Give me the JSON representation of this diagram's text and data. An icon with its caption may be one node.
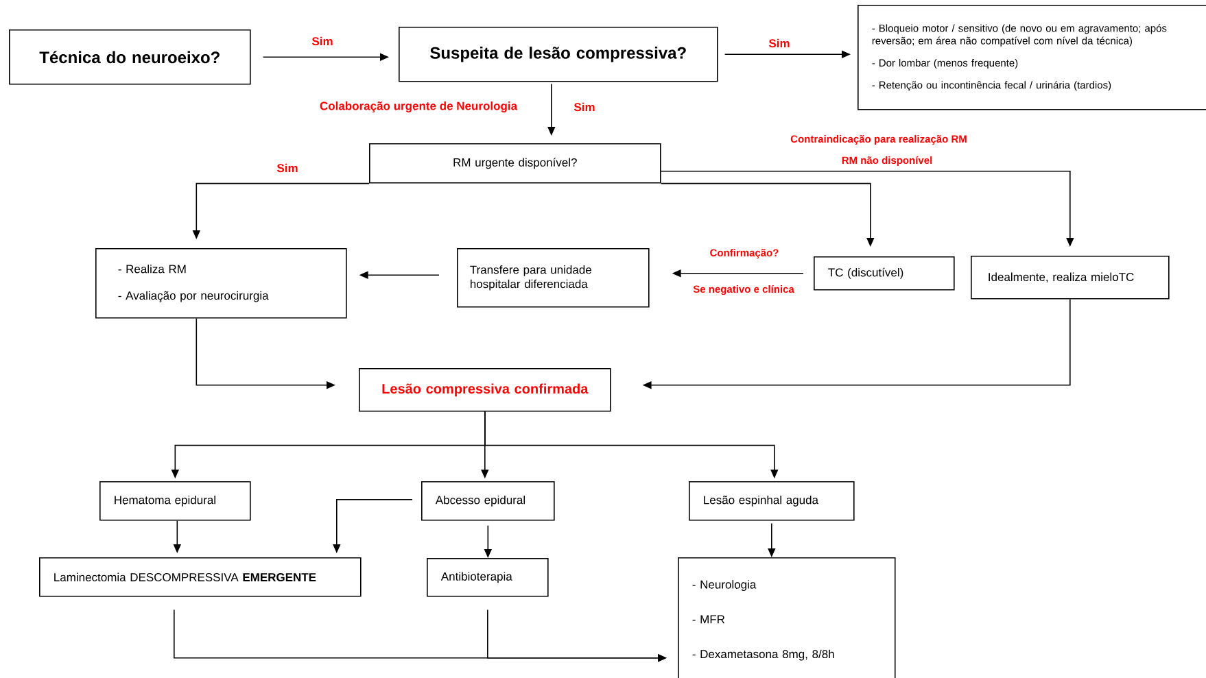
{
  "diagram": {
    "nodes": [
      {
        "text": [
          "Técnica do neuroeixo?"
        ]
      },
      {
        "text": [
          "Suspeita de lesão compressiva?"
        ]
      },
      {
        "text": [
          "- Bloqueio motor / sensitivo (de novo ou em agravamento; após reversão; em área não compatível com nível da técnica)",
          "- Dor lombar (menos frequente)",
          "- Retenção ou incontinência fecal / urinária (tardios)"
        ]
      },
      {
        "text": [
          "RM urgente disponível?"
        ]
      },
      {
        "text": [
          "- Realiza RM",
          "- Avaliação por neurocirurgia"
        ]
      },
      {
        "text": [
          "Transfere para unidade hospitalar diferenciada"
        ]
      },
      {
        "text": [
          "TC (discutível)"
        ]
      },
      {
        "text": [
          "Idealmente, realiza mieloTC"
        ]
      },
      {
        "text": [
          "Lesão compressiva confirmada"
        ]
      },
      {
        "text": [
          "Hematoma epidural"
        ]
      },
      {
        "text": [
          "Abcesso epidural"
        ]
      },
      {
        "text": [
          "Lesão espinhal aguda"
        ]
      },
      {
        "text": [
          "Laminectomia  DESCOMPRESSIVA **EMERGENTE**"
        ]
      },
      {
        "text": [
          "Antibioterapia"
        ]
      },
      {
        "text": [
          "- Neurologia",
          "- MFR",
          "- Dexametasona 8mg, 8/8h"
        ]
      }
    ],
    "edges": [
      {
        "from": 0,
        "to": 1,
        "arrow": "to",
        "label": "Sim"
      },
      {
        "from": 1,
        "to": 2,
        "arrow": "to",
        "label": "Sim"
      },
      {
        "from": 1,
        "to": 3,
        "arrow": "to",
        "label": "Sim"
      },
      {
        "from": 3,
        "to": 4,
        "arrow": "to",
        "label": "Sim"
      },
      {
        "from": 3,
        "to": 6,
        "arrow": "to"
      },
      {
        "from": 3,
        "to": 7,
        "arrow": "to",
        "label": "RM não disponível"
      },
      {
        "from": 6,
        "to": 5,
        "arrow": "to",
        "label": "Confirmação?"
      },
      {
        "from": 5,
        "to": 4,
        "arrow": "to"
      },
      {
        "from": 4,
        "to": 8,
        "arrow": "to"
      },
      {
        "from": 7,
        "to": 8,
        "arrow": "to"
      },
      {
        "from": 8,
        "to": 9,
        "arrow": "to"
      },
      {
        "from": 8,
        "to": 10,
        "arrow": "to"
      },
      {
        "from": 8,
        "to": 11,
        "arrow": "to"
      },
      {
        "from": 9,
        "to": 12,
        "arrow": "to"
      },
      {
        "from": 10,
        "to": 12,
        "arrow": "to"
      },
      {
        "from": 10,
        "to": 13,
        "arrow": "to"
      },
      {
        "from": 11,
        "to": 14,
        "arrow": "to"
      },
      {
        "from": 12,
        "to": 14,
        "arrow": "to"
      },
      {
        "from": 13,
        "to": 14,
        "arrow": "to"
      }
    ],
    "labels": [
      "Colaboração urgente  de Neurologia",
      "Contraindicação para realização RM",
      "Se negativo e clínica"
    ]
  }
}
